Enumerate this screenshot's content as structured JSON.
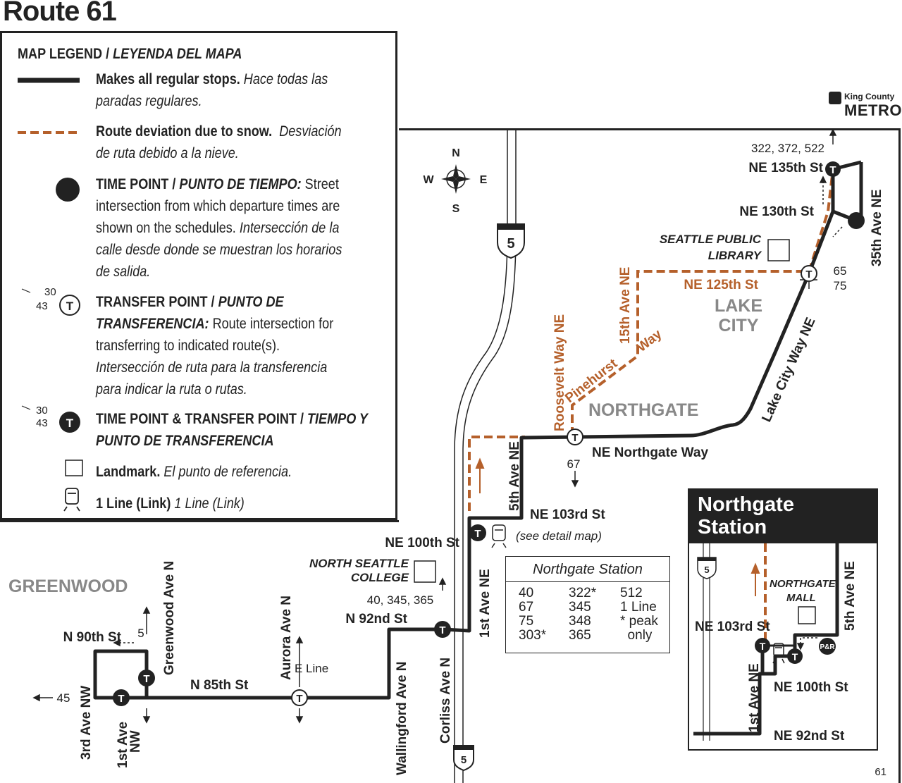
{
  "title": "Route 61",
  "legend": {
    "heading": "MAP LEGEND / ",
    "heading_es": "LEYENDA DEL MAPA",
    "regular_stops": {
      "label": "Makes all regular stops.",
      "es_line1": "Hace todas las",
      "es_line2": "paradas regulares."
    },
    "snow_deviation": {
      "label": "Route deviation due to snow.",
      "es_line1": "Desviación",
      "es_line2": "de ruta debido a la nieve."
    },
    "time_point": {
      "label": "TIME POINT / ",
      "label_es": "PUNTO DE TIEMPO:",
      "desc1": "Street",
      "desc2": "intersection from which departure times are",
      "desc3": "shown on the schedules.",
      "es1": "Intersección de la",
      "es2": "calle desde donde se muestran los horarios",
      "es3": "de salida."
    },
    "transfer_point": {
      "label": "TRANSFER POINT / ",
      "label_es1": "PUNTO DE",
      "label_es2": "TRANSFERENCIA:",
      "desc1": "Route intersection for",
      "desc2": "transferring to indicated route(s).",
      "es1": "Intersección de ruta para la transferencia",
      "es2": "para indicar la ruta o rutas."
    },
    "icon_routes": [
      "30",
      "43"
    ],
    "time_transfer": {
      "label1": "TIME POINT & TRANSFER POINT / ",
      "label1_es": "TIEMPO Y",
      "label2_es": "PUNTO DE TRANSFERENCIA"
    },
    "landmark": {
      "label": "Landmark.",
      "es": "El punto de referencia."
    },
    "link": {
      "label": "1 Line (Link)",
      "es": "1 Line (Link)"
    }
  },
  "logo": {
    "agency": "King County",
    "name": "METRO"
  },
  "compass": {
    "n": "N",
    "s": "S",
    "e": "E",
    "w": "W"
  },
  "interstate": "5",
  "streets": {
    "ne_135th": "NE 135th St",
    "ne_130th": "NE 130th St",
    "ave_35th": "35th Ave NE",
    "ne_125th": "NE 125th St",
    "ave_15th": "15th Ave NE",
    "roosevelt": "Roosevelt Way NE",
    "pinehurst": "Pinehurst",
    "way": "Way",
    "lake_city_way": "Lake City Way NE",
    "northgate_way": "NE Northgate Way",
    "ave_5th": "5th Ave NE",
    "ne_103rd": "NE 103rd St",
    "ne_100th": "NE 100th St",
    "ave_1st_ne": "1st Ave NE",
    "n_92nd": "N 92nd St",
    "corliss": "Corliss Ave N",
    "wallingford": "Wallingford Ave N",
    "aurora": "Aurora Ave N",
    "n_85th": "N 85th St",
    "greenwood_ave": "Greenwood Ave N",
    "n_90th": "N 90th St",
    "ave_3rd_nw": "3rd Ave NW",
    "ave_1st_nw_1": "1st Ave",
    "ave_1st_nw_2": "NW"
  },
  "areas": {
    "lake_city_1": "LAKE",
    "lake_city_2": "CITY",
    "northgate": "NORTHGATE",
    "greenwood": "GREENWOOD"
  },
  "landmarks": {
    "library_1": "SEATTLE PUBLIC",
    "library_2": "LIBRARY",
    "college_1": "NORTH SEATTLE",
    "college_2": "COLLEGE"
  },
  "transfers": {
    "north": "322, 372, 522",
    "r65": "65",
    "r75": "75",
    "r67": "67",
    "college": "40, 345, 365",
    "e_line": "E Line",
    "r5": "5",
    "r45": "45",
    "see_detail": "(see detail map)"
  },
  "northgate_table": {
    "title": "Northgate Station",
    "col1": "40\n67\n75\n303*",
    "col2": "322*\n345\n348\n365",
    "col3": "512\n1 Line\n* peak\n  only"
  },
  "inset": {
    "title": "Northgate\nStation",
    "mall_1": "NORTHGATE",
    "mall_2": "MALL",
    "ne_103rd": "NE 103rd St",
    "ne_100th": "NE 100th St",
    "ne_92nd": "NE 92nd St",
    "ave_1st": "1st Ave NE",
    "ave_5th": "5th Ave NE",
    "park_ride": "P&R",
    "shield": "5"
  },
  "page_number": "61",
  "colors": {
    "route": "#222222",
    "deviation": "#b5602b",
    "area": "#888888"
  }
}
